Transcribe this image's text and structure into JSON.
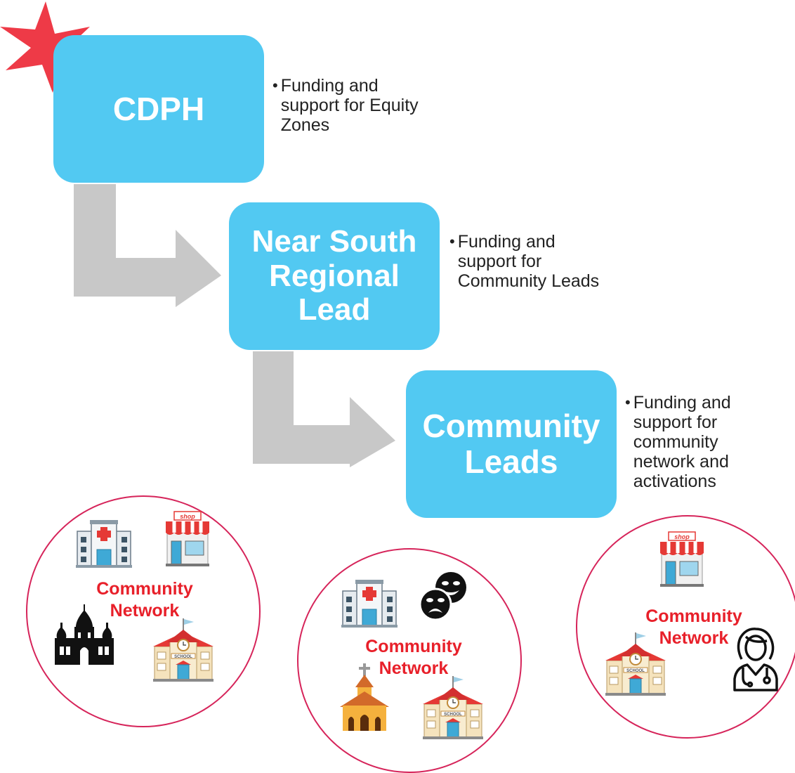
{
  "colors": {
    "box_fill": "#52C9F2",
    "arrow_fill": "#C8C8C8",
    "circle_stroke": "#D6245A",
    "network_text": "#E8202A",
    "star": "#EE3A47"
  },
  "boxes": {
    "cdph": "CDPH",
    "regional_lead": "Near South Regional Lead",
    "community_leads": "Community Leads"
  },
  "bullets": {
    "cdph": "Funding and support for Equity Zones",
    "regional_lead": "Funding and support for Community Leads",
    "community_leads": "Funding and support for community network and activations"
  },
  "networks": [
    {
      "label": "Community Network",
      "icons": [
        "hospital-icon",
        "shop-icon",
        "mosque-icon",
        "school-icon"
      ]
    },
    {
      "label": "Community Network",
      "icons": [
        "hospital-icon",
        "theater-masks-icon",
        "church-icon",
        "school-icon"
      ]
    },
    {
      "label": "Community Network",
      "icons": [
        "shop-icon",
        "school-icon",
        "doctor-icon"
      ]
    }
  ],
  "icon_text": {
    "shop_sign": "shop",
    "school_sign": "SCHOOL"
  }
}
